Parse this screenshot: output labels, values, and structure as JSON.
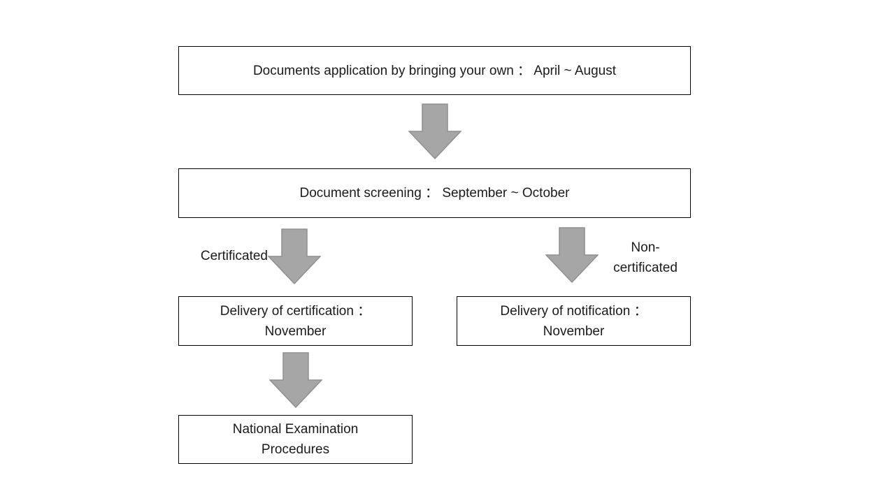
{
  "colors": {
    "slide_bg": "#ffffff",
    "box_fill": "#ffffff",
    "box_border": "#000000",
    "arrow_fill": "#a6a6a6",
    "arrow_border": "#8f8f8f",
    "text": "#1a1a1a"
  },
  "flowchart": {
    "boxes": [
      {
        "id": "application",
        "text": "Documents application by bringing your own ： April ~ August"
      },
      {
        "id": "screening",
        "text": "Document screening ： September ~ October"
      },
      {
        "id": "delivery-certification",
        "line1": "Delivery of certification ：",
        "line2": "November"
      },
      {
        "id": "delivery-notification",
        "line1": "Delivery of notification ：",
        "line2": "November"
      },
      {
        "id": "national-examination",
        "line1": "National Examination",
        "line2": "Procedures"
      }
    ],
    "branch_labels": {
      "left": "Certificated",
      "right_line1": "Non-",
      "right_line2": "certificated"
    },
    "arrows": [
      {
        "name": "down-arrow",
        "from": "application",
        "to": "screening"
      },
      {
        "name": "down-arrow",
        "from": "screening",
        "to": "delivery-certification",
        "label": "Certificated"
      },
      {
        "name": "down-arrow",
        "from": "screening",
        "to": "delivery-notification",
        "label": "Non-certificated"
      },
      {
        "name": "down-arrow",
        "from": "delivery-certification",
        "to": "national-examination"
      }
    ]
  }
}
